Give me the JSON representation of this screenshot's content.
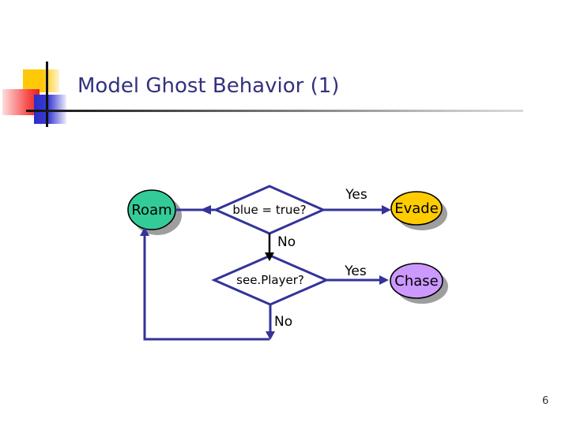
{
  "slide": {
    "title": "Model Ghost Behavior (1)",
    "page_number": "6",
    "background": "#FFFFFF",
    "accent_colors": {
      "title_text": "#32327F",
      "logo_yellow": "#FFC90A",
      "logo_red": "#E42222",
      "logo_pink": "#FFDCDC",
      "logo_blue": "#2C2CC9",
      "rule_dark": "#111111",
      "rule_light": "#D9D9D9"
    }
  },
  "flowchart": {
    "nodes": {
      "roam": {
        "label": "Roam",
        "shape": "ellipse",
        "fill": "#33CC99"
      },
      "blue_check": {
        "label": "blue = true?",
        "shape": "diamond",
        "fill": "#FFFFFF"
      },
      "evade": {
        "label": "Evade",
        "shape": "ellipse",
        "fill": "#FFCC00"
      },
      "see_player_check": {
        "label": "see.Player?",
        "shape": "diamond",
        "fill": "#FFFFFF"
      },
      "chase": {
        "label": "Chase",
        "shape": "ellipse",
        "fill": "#CC99FF"
      }
    },
    "edge_labels": {
      "blue_yes": "Yes",
      "blue_no": "No",
      "see_yes": "Yes",
      "see_no": "No"
    },
    "colors": {
      "connector": "#333399",
      "black_connector": "#000000",
      "shadow": "#9E9E9E",
      "node_border": "#000000"
    }
  }
}
